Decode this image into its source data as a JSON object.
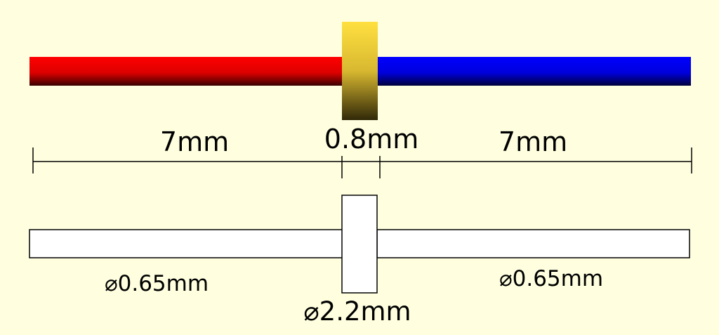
{
  "dimensions": {
    "left_length": "7mm",
    "middle_length": "0.8mm",
    "right_length": "7mm",
    "left_diameter": "⌀0.65mm",
    "right_diameter": "⌀0.65mm",
    "middle_diameter": "⌀2.2mm"
  },
  "colors": {
    "background": "#ffffe0",
    "left_rod": "#ff0000",
    "right_rod": "#0000ff",
    "collar": "#ffd700",
    "outline": "#000000"
  }
}
